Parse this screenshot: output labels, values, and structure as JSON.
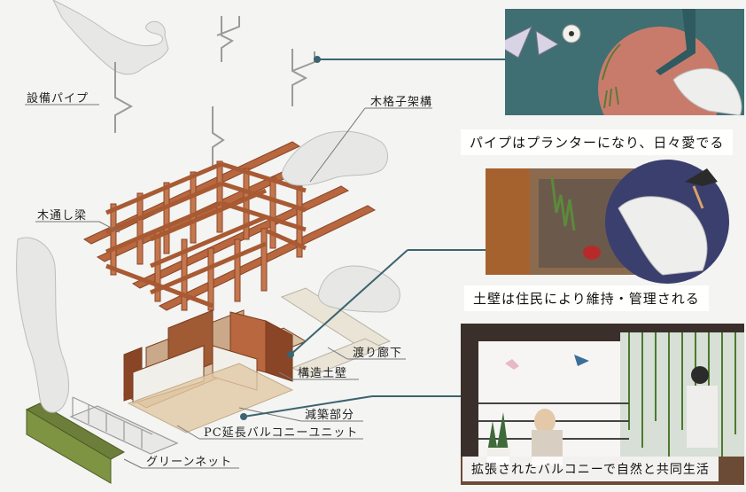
{
  "labels": {
    "equipment_pipe": "設備パイプ",
    "wood_lattice": "木格子架構",
    "wood_beam": "木通し梁",
    "corridor": "渡り廊下",
    "structural_wall": "構造土壁",
    "reduced_part": "減築部分",
    "pc_balcony": "PC延長バルコニーユニット",
    "green_net": "グリーンネット"
  },
  "captions": {
    "planter": "パイプはプランターになり、日々愛でる",
    "earth_wall": "土壁は住民により維持・管理される",
    "balcony": "拡張されたバルコニーで自然と共同生活"
  },
  "colors": {
    "wood": "#b8673e",
    "wood_dark": "#8a4526",
    "teal_panel": "#3f6f73",
    "salmon_circle": "#c97b6b",
    "navy_circle": "#3a3f6e",
    "leader_line": "#3b6470"
  }
}
